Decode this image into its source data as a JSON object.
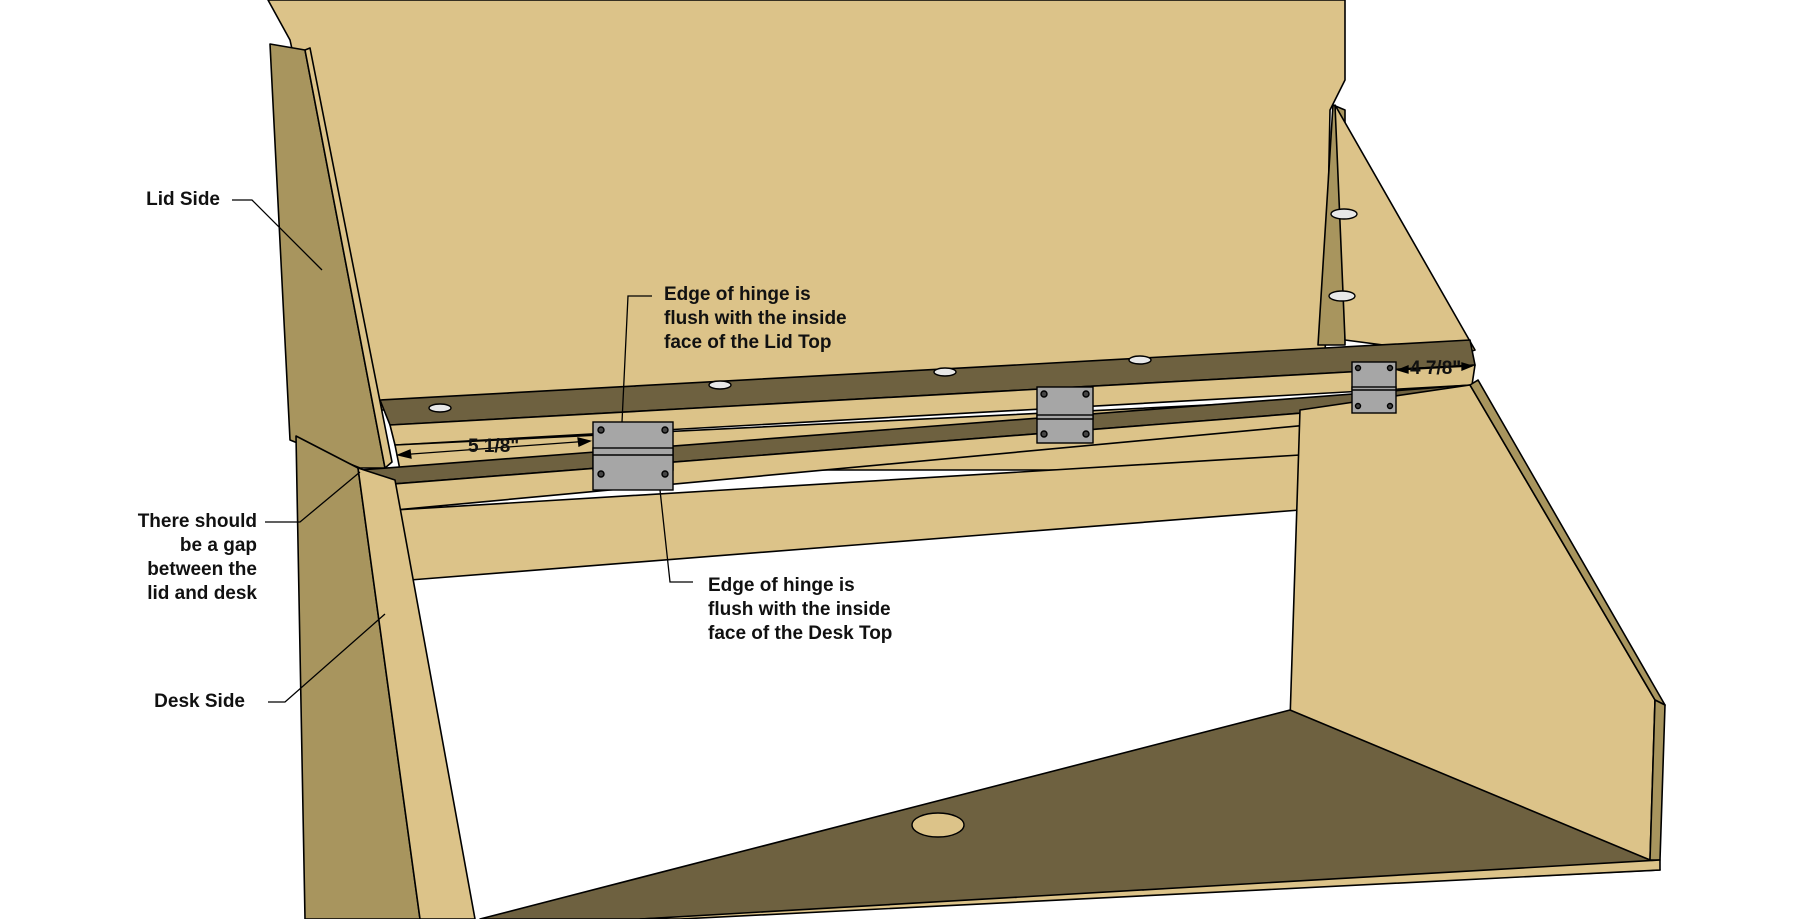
{
  "colors": {
    "wood_light": "#DCC389",
    "wood_mid": "#A8955E",
    "wood_dark": "#6E6140",
    "hinge": "#A6A6A6",
    "edge": "#000000"
  },
  "labels": {
    "lid_side": "Lid Side",
    "gap_note": [
      "There should",
      "be a gap",
      "between the",
      "lid and desk"
    ],
    "desk_side": "Desk Side",
    "hinge_lid_note": [
      "Edge of hinge is",
      "flush with the inside",
      "face of the Lid Top"
    ],
    "hinge_desk_note": [
      "Edge of hinge is",
      "flush with the inside",
      "face of the Desk Top"
    ]
  },
  "dimensions": {
    "left_offset": "5 1/8\"",
    "right_offset": "4 7/8\""
  },
  "icons": {
    "hinges": [
      "hinge-icon",
      "hinge-icon",
      "hinge-icon"
    ],
    "screw_hole": "pocket-hole-icon"
  }
}
